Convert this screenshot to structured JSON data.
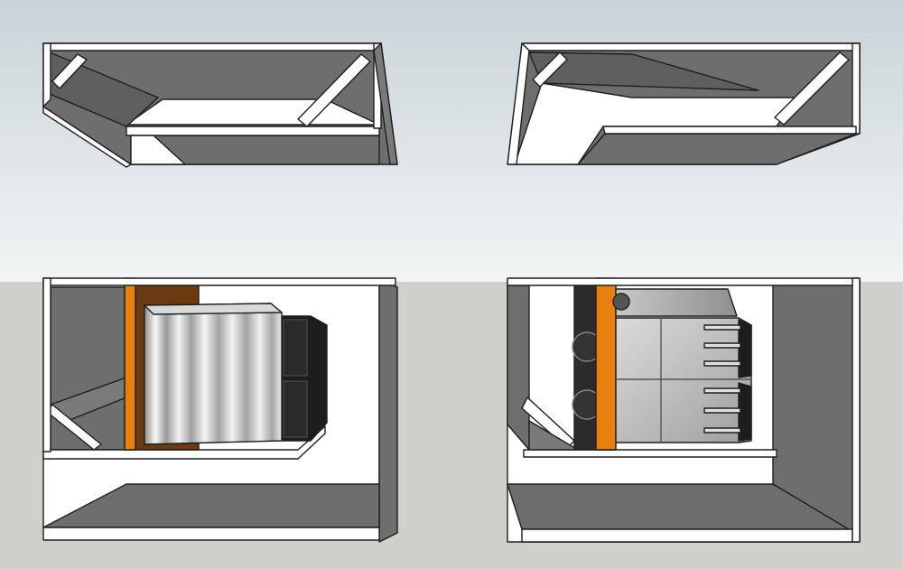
{
  "scene": {
    "background": {
      "sky_top": "#c9d3d8",
      "sky_bottom": "#f2f4f5",
      "ground": "#cfd0cc"
    },
    "colors": {
      "panel_white": "#ffffff",
      "panel_gray": "#6e6e6e",
      "panel_dark": "#555555",
      "edge": "#1e1e1e",
      "baffle_orange": "#e8800f",
      "baffle_dark": "#6b3a10",
      "amp_silver_light": "#f4f4f4",
      "amp_silver_dark": "#9d9d9d",
      "amp_black": "#1d1d1d"
    },
    "views": [
      {
        "id": "top-left",
        "subject": "empty-enclosure-rear"
      },
      {
        "id": "top-right",
        "subject": "empty-enclosure-front"
      },
      {
        "id": "bottom-left",
        "subject": "enclosure-with-amplifier"
      },
      {
        "id": "bottom-right",
        "subject": "enclosure-with-amplifier-stack"
      }
    ]
  }
}
